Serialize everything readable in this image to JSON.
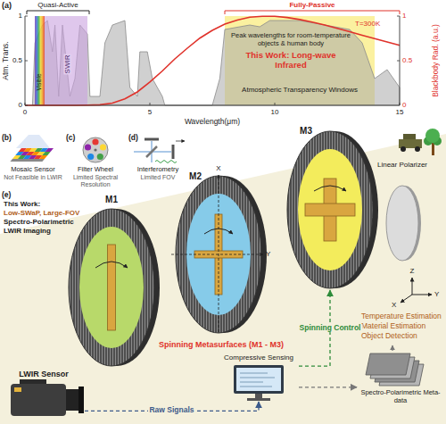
{
  "diagram": {
    "nodes": [
      {
        "text": [
          "LWIR Sensor"
        ]
      },
      {
        "text": [
          "M1"
        ]
      },
      {
        "text": [
          "M2"
        ]
      },
      {
        "text": [
          "M3"
        ]
      },
      {
        "text": [
          "Linear Polarizer"
        ]
      },
      {
        "text": [
          "Compressive Sensing"
        ]
      },
      {
        "text": [
          "Spectro-Polarimetric Meta-data"
        ]
      }
    ],
    "edges": [
      {
        "from": 0,
        "to": 5,
        "label": "Raw Signals",
        "arrow": "to"
      },
      {
        "from": 5,
        "to": 3,
        "label": "Spinning Control",
        "arrow": "to"
      },
      {
        "from": 5,
        "to": 6,
        "arrow": "to"
      }
    ],
    "labels": [
      "(a)",
      "Quasi-Active",
      "Fully-Passive",
      "Visible",
      "SWIR",
      "Peak wavelengths for room-temperature objects & human body",
      "This Work: Long-wave Infrared",
      "T=300K",
      "Atmospheric Transparency Windows",
      "Atm. Trans.",
      "Blackbody Rad. (a.u.)",
      "Wavelength(μm)",
      "0",
      "5",
      "10",
      "15",
      "0",
      "0.5",
      "1",
      "0",
      "0.5",
      "1",
      "(b)",
      "Mosaic Sensor",
      "Not Feasible in LWIR",
      "(c)",
      "Filter Wheel",
      "Limited Spectral Resolution",
      "(d)",
      "Interferometry",
      "Limited FOV",
      "(e)",
      "This Work:",
      "Low-SWaP, Large-FOV",
      "Spectro-Polarimetric",
      "LWIR Imaging",
      "X",
      "Y",
      "Z",
      "X",
      "Y",
      "Temperature Estimation",
      "Material Estimation",
      "Object Detection",
      "Spinning Metasurfaces (M1 - M3)"
    ]
  }
}
